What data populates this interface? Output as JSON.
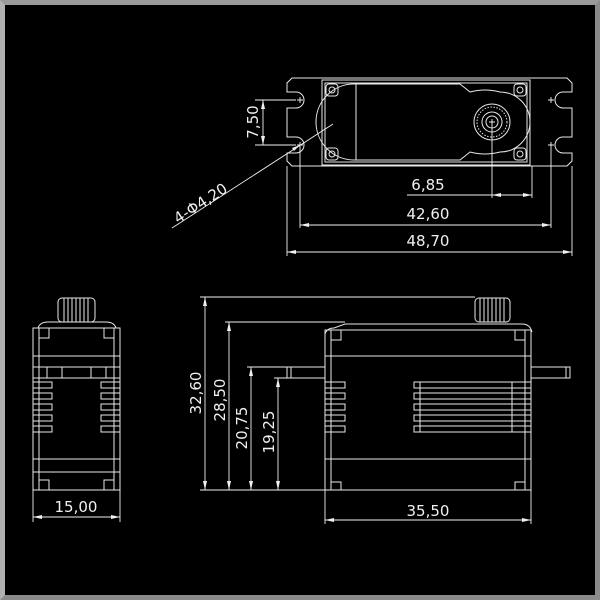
{
  "drawing": {
    "title": "Servo dimensional drawing",
    "top_view": {
      "dims": {
        "hole_spacing": "7,50",
        "shaft_offset": "6,85",
        "hole_pitch": "42,60",
        "overall_length": "48,70",
        "holes": "4-Φ4,20"
      }
    },
    "side_view": {
      "dims": {
        "total_height": "32,60",
        "body_height": "28,50",
        "tab_top": "20,75",
        "tab_bottom": "19,25",
        "body_length": "35,50"
      }
    },
    "front_view": {
      "dims": {
        "width": "15,00"
      }
    }
  }
}
